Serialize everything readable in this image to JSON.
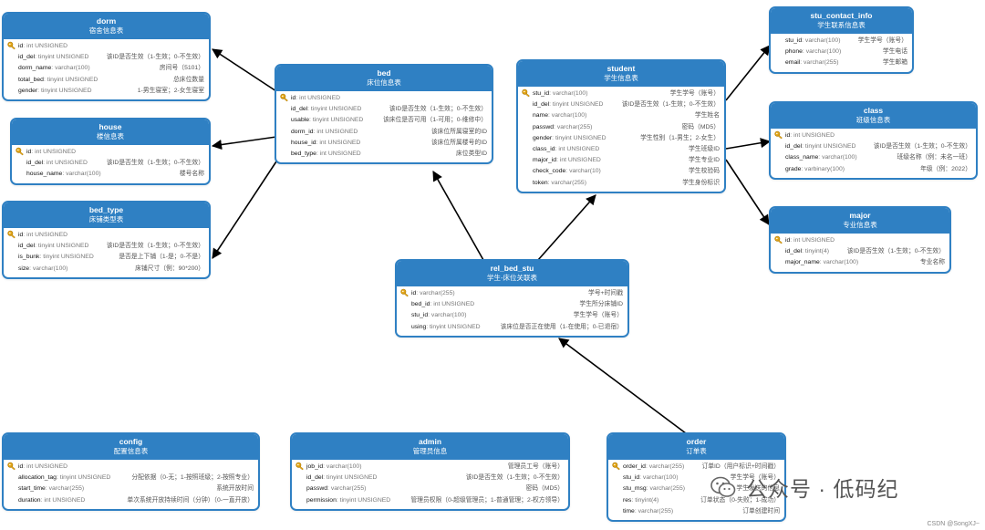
{
  "tables": [
    {
      "id": "dorm",
      "name": "dorm",
      "comment": "宿舍信息表",
      "fields": [
        {
          "key": true,
          "name": "id",
          "type": "int UNSIGNED",
          "comment": ""
        },
        {
          "key": false,
          "name": "id_del",
          "type": "tinyint UNSIGNED",
          "comment": "该ID是否生效（1-生效；0-不生效）"
        },
        {
          "key": false,
          "name": "dorm_name",
          "type": "varchar(100)",
          "comment": "房间号（5101）"
        },
        {
          "key": false,
          "name": "total_bed",
          "type": "tinyint UNSIGNED",
          "comment": "总床位数量"
        },
        {
          "key": false,
          "name": "gender",
          "type": "tinyint UNSIGNED",
          "comment": "1-男生寝室；2-女生寝室"
        }
      ]
    },
    {
      "id": "house",
      "name": "house",
      "comment": "楼信息表",
      "fields": [
        {
          "key": true,
          "name": "id",
          "type": "int UNSIGNED",
          "comment": ""
        },
        {
          "key": false,
          "name": "id_del",
          "type": "int UNSIGNED",
          "comment": "该ID是否生效（1-生效；0-不生效）"
        },
        {
          "key": false,
          "name": "house_name",
          "type": "varchar(100)",
          "comment": "楼号名称"
        }
      ]
    },
    {
      "id": "bed_type",
      "name": "bed_type",
      "comment": "床铺类型表",
      "fields": [
        {
          "key": true,
          "name": "id",
          "type": "int UNSIGNED",
          "comment": ""
        },
        {
          "key": false,
          "name": "id_del",
          "type": "tinyint UNSIGNED",
          "comment": "该ID是否生效（1-生效；0-不生效）"
        },
        {
          "key": false,
          "name": "is_bunk",
          "type": "tinyint UNSIGNED",
          "comment": "是否是上下铺（1-是；0-不是）"
        },
        {
          "key": false,
          "name": "size",
          "type": "varchar(100)",
          "comment": "床铺尺寸（例：90*200）"
        }
      ]
    },
    {
      "id": "bed",
      "name": "bed",
      "comment": "床位信息表",
      "fields": [
        {
          "key": true,
          "name": "id",
          "type": "int UNSIGNED",
          "comment": ""
        },
        {
          "key": false,
          "name": "id_del",
          "type": "tinyint UNSIGNED",
          "comment": "该ID是否生效（1-生效；0-不生效）"
        },
        {
          "key": false,
          "name": "usable",
          "type": "tinyint UNSIGNED",
          "comment": "该床位是否可用（1-可用；0-维修中）"
        },
        {
          "key": false,
          "name": "dorm_id",
          "type": "int UNSIGNED",
          "comment": "该床位所属寝室的ID"
        },
        {
          "key": false,
          "name": "house_id",
          "type": "int UNSIGNED",
          "comment": "该床位所属楼号的ID"
        },
        {
          "key": false,
          "name": "bed_type",
          "type": "int UNSIGNED",
          "comment": "床位类型ID"
        }
      ]
    },
    {
      "id": "student",
      "name": "student",
      "comment": "学生信息表",
      "fields": [
        {
          "key": true,
          "name": "stu_id",
          "type": "varchar(100)",
          "comment": "学生学号（账号）"
        },
        {
          "key": false,
          "name": "id_del",
          "type": "tinyint UNSIGNED",
          "comment": "该ID是否生效（1-生效；0-不生效）"
        },
        {
          "key": false,
          "name": "name",
          "type": "varchar(100)",
          "comment": "学生姓名"
        },
        {
          "key": false,
          "name": "passwd",
          "type": "varchar(255)",
          "comment": "密码（MD5）"
        },
        {
          "key": false,
          "name": "gender",
          "type": "tinyint UNSIGNED",
          "comment": "学生性别（1-男生；2-女生）"
        },
        {
          "key": false,
          "name": "class_id",
          "type": "int UNSIGNED",
          "comment": "学生班级ID"
        },
        {
          "key": false,
          "name": "major_id",
          "type": "int UNSIGNED",
          "comment": "学生专业ID"
        },
        {
          "key": false,
          "name": "check_code",
          "type": "varchar(10)",
          "comment": "学生校验码"
        },
        {
          "key": false,
          "name": "token",
          "type": "varchar(255)",
          "comment": "学生身份标识"
        }
      ]
    },
    {
      "id": "stu_contact_info",
      "name": "stu_contact_info",
      "comment": "学生联系信息表",
      "fields": [
        {
          "key": false,
          "name": "stu_id",
          "type": "varchar(100)",
          "comment": "学生学号（账号）"
        },
        {
          "key": false,
          "name": "phone",
          "type": "varchar(100)",
          "comment": "学生电话"
        },
        {
          "key": false,
          "name": "email",
          "type": "varchar(255)",
          "comment": "学生邮箱"
        }
      ]
    },
    {
      "id": "class",
      "name": "class",
      "comment": "班级信息表",
      "fields": [
        {
          "key": true,
          "name": "id",
          "type": "int UNSIGNED",
          "comment": ""
        },
        {
          "key": false,
          "name": "id_del",
          "type": "tinyint UNSIGNED",
          "comment": "该ID是否生效（1-生效；0-不生效）"
        },
        {
          "key": false,
          "name": "class_name",
          "type": "varchar(100)",
          "comment": "班级名称（例：未名一班）"
        },
        {
          "key": false,
          "name": "grade",
          "type": "varbinary(100)",
          "comment": "年级（例：2022）"
        }
      ]
    },
    {
      "id": "major",
      "name": "major",
      "comment": "专业信息表",
      "fields": [
        {
          "key": true,
          "name": "id",
          "type": "int UNSIGNED",
          "comment": ""
        },
        {
          "key": false,
          "name": "id_del",
          "type": "tinyint(4)",
          "comment": "该ID是否生效（1-生效；0-不生效）"
        },
        {
          "key": false,
          "name": "major_name",
          "type": "varchar(100)",
          "comment": "专业名称"
        }
      ]
    },
    {
      "id": "rel_bed_stu",
      "name": "rel_bed_stu",
      "comment": "学生-床位关联表",
      "fields": [
        {
          "key": true,
          "name": "id",
          "type": "varchar(255)",
          "comment": "学号+时间戳"
        },
        {
          "key": false,
          "name": "bed_id",
          "type": "int UNSIGNED",
          "comment": "学生所分床铺ID"
        },
        {
          "key": false,
          "name": "stu_id",
          "type": "varchar(100)",
          "comment": "学生学号（账号）"
        },
        {
          "key": false,
          "name": "using",
          "type": "tinyint UNSIGNED",
          "comment": "该床位是否正在使用（1-在使用；0-已退宿）"
        }
      ]
    },
    {
      "id": "config",
      "name": "config",
      "comment": "配置信息表",
      "fields": [
        {
          "key": true,
          "name": "id",
          "type": "int UNSIGNED",
          "comment": ""
        },
        {
          "key": false,
          "name": "allocation_tag",
          "type": "tinyint UNSIGNED",
          "comment": "分配依据（0-无；1-按照班级；2-按照专业）"
        },
        {
          "key": false,
          "name": "start_time",
          "type": "varchar(255)",
          "comment": "系统开放时间"
        },
        {
          "key": false,
          "name": "duration",
          "type": "int UNSIGNED",
          "comment": "单次系统开放持续时间（分钟）（0-一直开放）"
        }
      ]
    },
    {
      "id": "admin",
      "name": "admin",
      "comment": "管理员信息",
      "fields": [
        {
          "key": true,
          "name": "job_id",
          "type": "varchar(100)",
          "comment": "管理员工号（账号）"
        },
        {
          "key": false,
          "name": "id_del",
          "type": "tinyint UNSIGNED",
          "comment": "该ID是否生效（1-生效；0-不生效）"
        },
        {
          "key": false,
          "name": "passwd",
          "type": "varchar(255)",
          "comment": "密码（MD5）"
        },
        {
          "key": false,
          "name": "permission",
          "type": "tinyint UNSIGNED",
          "comment": "管理员权限（0-超级管理员；1-普通管理；2-权方领导）"
        }
      ]
    },
    {
      "id": "order",
      "name": "order",
      "comment": "订单表",
      "fields": [
        {
          "key": true,
          "name": "order_id",
          "type": "varchar(255)",
          "comment": "订单ID（用户标识+时间戳）"
        },
        {
          "key": false,
          "name": "stu_id",
          "type": "varchar(100)",
          "comment": "学生学号（账号）"
        },
        {
          "key": false,
          "name": "stu_msg",
          "type": "varchar(255)",
          "comment": "学生发送的信息"
        },
        {
          "key": false,
          "name": "res",
          "type": "tinyint(4)",
          "comment": "订单状态（0-失败；1-成功）"
        },
        {
          "key": false,
          "name": "time",
          "type": "varchar(255)",
          "comment": "订单创建时间"
        }
      ]
    }
  ],
  "watermark": {
    "text": "公众号 · 低码纪",
    "icon": "wechat-icon"
  },
  "credit": "CSDN @SongXJ~",
  "colors": {
    "header": "#2f80c3",
    "border": "#2f80c3",
    "line": "#000000"
  }
}
